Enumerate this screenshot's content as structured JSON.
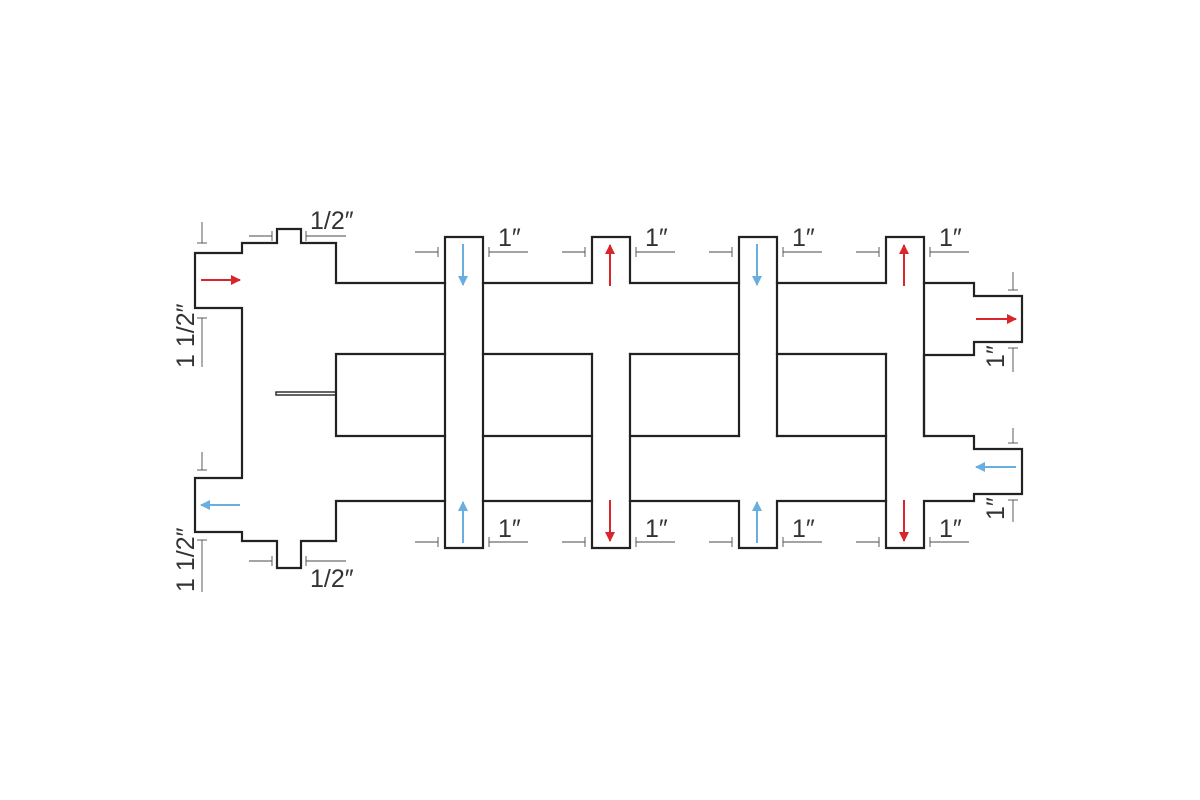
{
  "colors": {
    "supply": "#d9262b",
    "return": "#6aaee0",
    "outline": "#222222"
  },
  "labels": {
    "main_inlet_size": "1 1/2″",
    "main_outlet_size": "1 1/2″",
    "top_aux_port": "1/2″",
    "bottom_aux_port": "1/2″",
    "circuit_1_top": "1″",
    "circuit_2_top": "1″",
    "circuit_3_top": "1″",
    "circuit_4_top": "1″",
    "circuit_1_bottom": "1″",
    "circuit_2_bottom": "1″",
    "circuit_3_bottom": "1″",
    "circuit_4_bottom": "1″",
    "right_top_outlet": "1″",
    "right_bottom_inlet": "1″"
  },
  "arrows": [
    {
      "id": "main-inlet",
      "flow": "supply",
      "direction": "right"
    },
    {
      "id": "main-outlet",
      "flow": "return",
      "direction": "left"
    },
    {
      "id": "circuit-1-top",
      "flow": "return",
      "direction": "down"
    },
    {
      "id": "circuit-2-top",
      "flow": "supply",
      "direction": "up"
    },
    {
      "id": "circuit-3-top",
      "flow": "return",
      "direction": "down"
    },
    {
      "id": "circuit-4-top",
      "flow": "supply",
      "direction": "up"
    },
    {
      "id": "circuit-1-bottom",
      "flow": "return",
      "direction": "up"
    },
    {
      "id": "circuit-2-bottom",
      "flow": "supply",
      "direction": "down"
    },
    {
      "id": "circuit-3-bottom",
      "flow": "return",
      "direction": "up"
    },
    {
      "id": "circuit-4-bottom",
      "flow": "supply",
      "direction": "down"
    },
    {
      "id": "right-top-outlet",
      "flow": "supply",
      "direction": "right"
    },
    {
      "id": "right-bottom-inlet",
      "flow": "return",
      "direction": "left"
    }
  ]
}
